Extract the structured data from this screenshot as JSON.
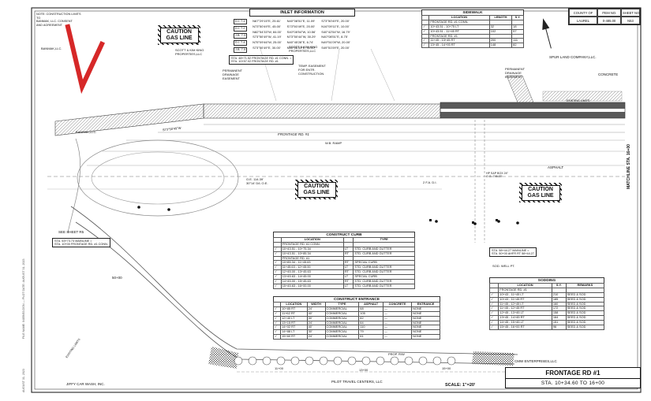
{
  "page": {
    "matchline": "MATCHLINE STA. 16+00",
    "scale": "SCALE: 1\"=20'",
    "margin_file_note": "FILE NAME: 0485N53.DGN — PLOT DATE: AUGUST 31, 2023",
    "margin_date_stamp": "AUGUST 31, 2023"
  },
  "corner_table": {
    "county_label": "COUNTY OF",
    "item_label": "ITEM NO.",
    "sheet_label": "SHEET NO.",
    "county": "LAUREL",
    "item_no": "0-485.00",
    "sheet_no": "N53"
  },
  "title_block": {
    "road": "FRONTAGE RD #1",
    "station": "STA. 10+34.60 TO 16+00"
  },
  "caution": {
    "line1": "CAUTION",
    "line2": "GAS LINE"
  },
  "inlet_info": {
    "title": "INLET INFORMATION",
    "structures": [
      "D.I. 7-1",
      "D.I. 7-2",
      "J.B. 7-3",
      "D.I. 7-4",
      "J.B. 7-5"
    ],
    "col1": [
      "N67°29'15\"E, 25.61'",
      "N73°50'49\"E, 45.00'",
      "N82°54'33\"W, 84.00'",
      "S73°50'49\"W, 41.19'",
      "N75°09'46\"W, 25.00'",
      "S73°50'49\"E, 30.00'"
    ],
    "col2": [
      "N40°08'51\"E, 11.09'",
      "S73°50'49\"E, 20.00'",
      "S40°08'54\"W, 10.56'",
      "N73°50'44\"W, 30.29'",
      "N40°45'28\"E, 6.74'",
      "N40°08'51\"E, 30.00'"
    ],
    "col3": [
      "S73°50'49\"E, 20.00'",
      "N16°09'11\"E, 10.00'",
      "S40°42'54\"W, 16.79'",
      "N40°08'51\"E, 8.75'",
      "N49°51'09\"W, 20.00'",
      "S49°51'09\"E, 20.00'"
    ]
  },
  "labels": {
    "construction_note": "NOTE: CONSTRUCTION LIMITS TO\nBANMAK, LLC. CONSENT\nAND AGREEMENT",
    "banmak_top": "BANMAK,LLC.",
    "banmak_mid": "BANMAK,LLC.",
    "scott_king_1": "SCOTT & KIM KING\nPROPERTIES,LLC",
    "scott_king_2": "SCOTT & KIM KING\nPROPERTIES,LLC",
    "temp_easement": "TEMP. EASEMENT\nFOR ENTR.\nCONSTRUCTION",
    "perm_drain_1": "PERMANENT\nDRAINAGE\nEASEMENT",
    "perm_drain_2": "PERMANENT\nDRAINAGE\nEASEMENT",
    "sta_conn_box": "STA. 48+71.52 FRONTAGE RD. #1 CONN. =\nSTA. 10+57.02 FRONTAGE RD. #1",
    "concrete": "CONCRETE",
    "asphalt": "ASPHALT",
    "frontage_rd": "FRONTAGE RD. #1",
    "bearing_mainline": "S73°50'49\"W",
    "existing_limits_right": "EXISTING LIMITS",
    "existing_limits_left": "EXISTING LIMITS",
    "oe_note": "O.E. 114.39'\n30°14' D/L O.E.",
    "fa_di": "2 F.A. D.I.",
    "hp_box": "HP S&P BOX 24\"\nO.G. 745.35'",
    "see_sheet": "SEE SHEET R5",
    "sta_mainline_box": "STA. 53+73.73 MAINLINE =\nSTA. 10+00 FRONTAGE RD. #1 CONN.",
    "sta_5000": "50+00",
    "sta_right_box": "STA. 58+44.27 MAINLINE =\nSTA. 50+00 AHFR RT 58+44.27",
    "sod_well": "SOD. WELL PT.",
    "sta_11": "11+00",
    "sta_13": "13+00",
    "sta_15": "15+00",
    "prop_rw": "PROP. R/W",
    "wb_ramp": "W.B. RAMP",
    "jiffy": "JIFFY CAR WASH, INC.",
    "pilot": "PILOT TRAVEL CENTERS, LLC",
    "cmw": "CMW ENTERPRISES,LLC",
    "spur": "SPUR LAND COMPANY,LLC."
  },
  "tables": {
    "sidewalk": {
      "title": "SIDEWALK",
      "columns": [
        "",
        "LOCATION",
        "LENGTH",
        "S.Y."
      ],
      "rows": [
        [
          "",
          "FRONTAGE RD. #1 CONN.",
          "",
          ""
        ],
        [
          "✓",
          "10+43.51 - 10+75 LT",
          "32",
          "18"
        ],
        [
          "✓",
          "10+43.51 - 11+45 RT",
          "102",
          "57"
        ],
        [
          "",
          "FRONTAGE RD. #1",
          "",
          ""
        ],
        [
          "✓",
          "11+45 - 13+45 RT",
          "200",
          "111"
        ],
        [
          "✓",
          "13+45 - 14+93 RT",
          "148",
          "82"
        ]
      ]
    },
    "construct_curb": {
      "title": "CONSTRUCT CURB",
      "columns": [
        "",
        "LOCATION",
        "",
        "TYPE"
      ],
      "rows": [
        [
          "",
          "FRONTAGE RD. #1 CONN.",
          "",
          ""
        ],
        [
          "✓",
          "10+43.51 - 10+75.34",
          "LT",
          "STD. CURB AND GUTTER"
        ],
        [
          "✓",
          "10+43.51 - 10+85.34",
          "RT",
          "STD. CURB AND GUTTER"
        ],
        [
          "",
          "FRONTAGE RD. #1",
          "",
          ""
        ],
        [
          "✓",
          "10+85.34 - 11+45.63",
          "RT",
          "SPECIAL CURB"
        ],
        [
          "✓",
          "11+45.63 - 12+45.00",
          "LT",
          "STD. CURB AND GUTTER"
        ],
        [
          "✓",
          "12+45.00 - 13+45.63",
          "RT",
          "STD. CURB AND GUTTER"
        ],
        [
          "✓",
          "13+45.63 - 14+45.00",
          "LT",
          "SPECIAL CURB"
        ],
        [
          "✓",
          "14+45.00 - 15+45.63",
          "RT",
          "STD. CURB AND GUTTER"
        ],
        [
          "✓",
          "15+45.63 - 16+00.00",
          "LT",
          "STD. CURB AND GUTTER"
        ]
      ]
    },
    "construct_entrance": {
      "title": "CONSTRUCT ENTRANCE",
      "columns": [
        "",
        "LOCATION",
        "WIDTH",
        "TYPE",
        "ASPHALT",
        "CONCRETE",
        "ENTRANCE"
      ],
      "rows": [
        [
          "✓",
          "10+85 RT",
          "24'",
          "COMMERCIAL",
          "68",
          "—",
          "NONE"
        ],
        [
          "✓",
          "11+62 RT",
          "40'",
          "COMMERCIAL",
          "105",
          "—",
          "NONE"
        ],
        [
          "✓",
          "12+40 LT",
          "30'",
          "COMMERCIAL",
          "82",
          "—",
          "NONE"
        ],
        [
          "✓",
          "13+15 RT",
          "24'",
          "COMMERCIAL",
          "64",
          "—",
          "NONE"
        ],
        [
          "✓",
          "14+02 RT",
          "40'",
          "COMMERCIAL",
          "110",
          "—",
          "NONE"
        ],
        [
          "✓",
          "14+88 LT",
          "30'",
          "COMMERCIAL",
          "79",
          "—",
          "NONE"
        ],
        [
          "✓",
          "15+60 RT",
          "24'",
          "COMMERCIAL",
          "61",
          "—",
          "NONE"
        ]
      ]
    },
    "sodding": {
      "title": "SODDING",
      "columns": [
        "",
        "LOCATION",
        "S.Y.",
        "REMARKS"
      ],
      "rows": [
        [
          "",
          "FRONTAGE RD. #1",
          "",
          ""
        ],
        [
          "✓",
          "10+43 - 11+45 LT",
          "210",
          "SEED & SOD"
        ],
        [
          "✓",
          "10+43 - 11+45 RT",
          "185",
          "SEED & SOD"
        ],
        [
          "✓",
          "11+45 - 12+45 LT",
          "160",
          "SEED & SOD"
        ],
        [
          "✓",
          "11+45 - 12+45 RT",
          "172",
          "SEED & SOD"
        ],
        [
          "✓",
          "12+45 - 13+45 LT",
          "158",
          "SEED & SOD"
        ],
        [
          "✓",
          "13+45 - 14+45 RT",
          "164",
          "SEED & SOD"
        ],
        [
          "✓",
          "14+45 - 15+45 LT",
          "151",
          "SEED & SOD"
        ],
        [
          "✓",
          "15+45 - 16+00 RT",
          "96",
          "SEED & SOD"
        ]
      ]
    }
  }
}
